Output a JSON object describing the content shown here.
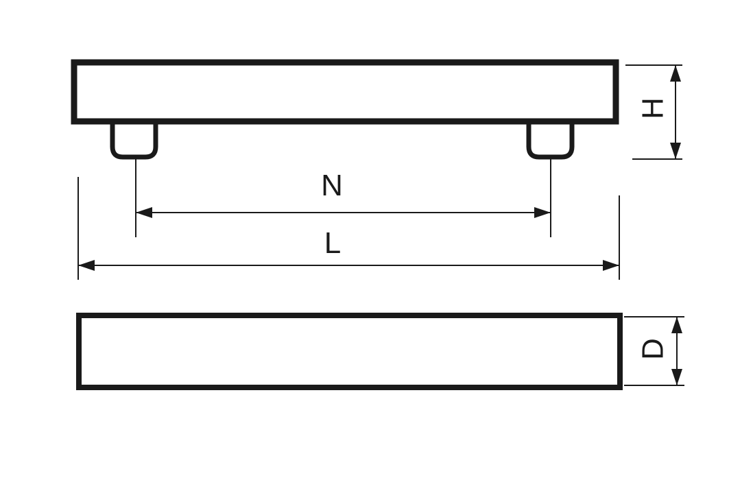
{
  "diagram": {
    "labels": {
      "height": "H",
      "spacing": "N",
      "length": "L",
      "depth": "D"
    },
    "colors": {
      "stroke": "#1a1a1a",
      "background": "#ffffff"
    }
  }
}
